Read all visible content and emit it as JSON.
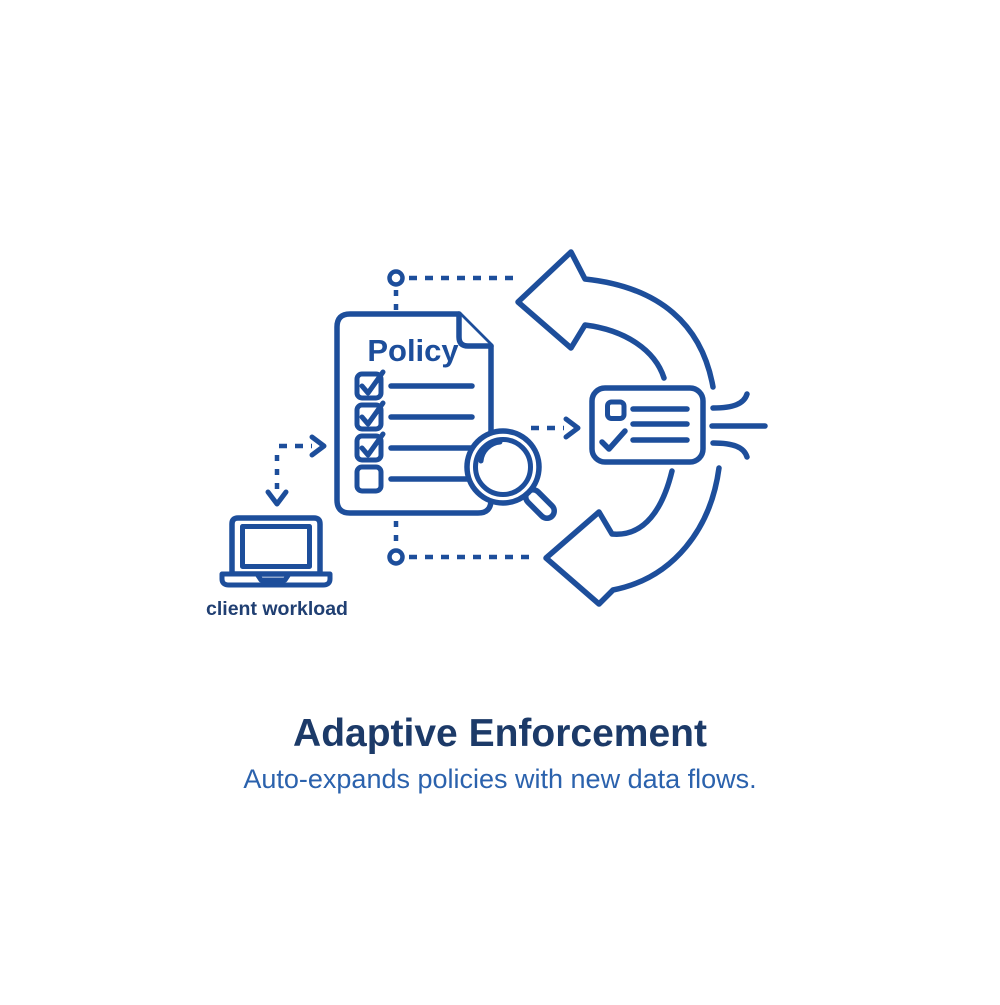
{
  "colors": {
    "background": "#ffffff",
    "line_blue": "#1d4e9b",
    "title_navy": "#1c3a68",
    "subtitle_blue": "#2b62ad",
    "label_navy": "#203f72"
  },
  "diagram": {
    "policy_document": {
      "title": "Policy",
      "items": [
        {
          "checked": true
        },
        {
          "checked": true
        },
        {
          "checked": true
        },
        {
          "checked": false
        }
      ]
    },
    "client": {
      "label": "client workload"
    }
  },
  "caption": {
    "title": "Adaptive Enforcement",
    "subtitle": "Auto-expands policies with new data flows."
  }
}
